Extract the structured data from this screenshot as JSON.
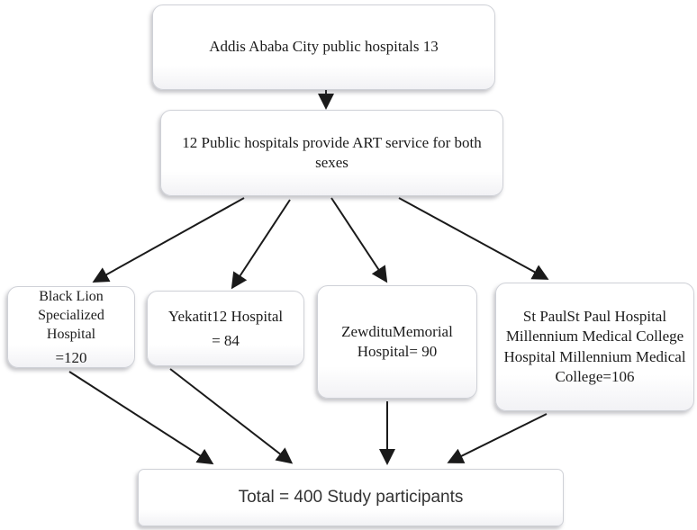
{
  "diagram": {
    "type": "flowchart",
    "nodes": {
      "top": {
        "text": "Addis Ababa City public hospitals 13"
      },
      "art": {
        "text": "12 Public hospitals provide ART service for both\nsexes"
      },
      "black_lion": {
        "name": "Black Lion\nSpecialized\nHospital",
        "value": "=120"
      },
      "yekatit": {
        "name": "Yekatit12 Hospital",
        "value": "= 84"
      },
      "zewditu": {
        "text": "ZewdituMemorial\nHospital= 90"
      },
      "st_paul": {
        "text": "St PaulSt Paul Hospital\nMillennium Medical College\nHospital Millennium Medical\nCollege=106"
      },
      "total": {
        "text": "Total = 400 Study participants"
      }
    },
    "colors": {
      "background": "#ffffff",
      "box_fill": "#ffffff",
      "box_border": "#cfd1d7",
      "arrow": "#1a1a1a",
      "text": "#1c1c1c"
    }
  }
}
